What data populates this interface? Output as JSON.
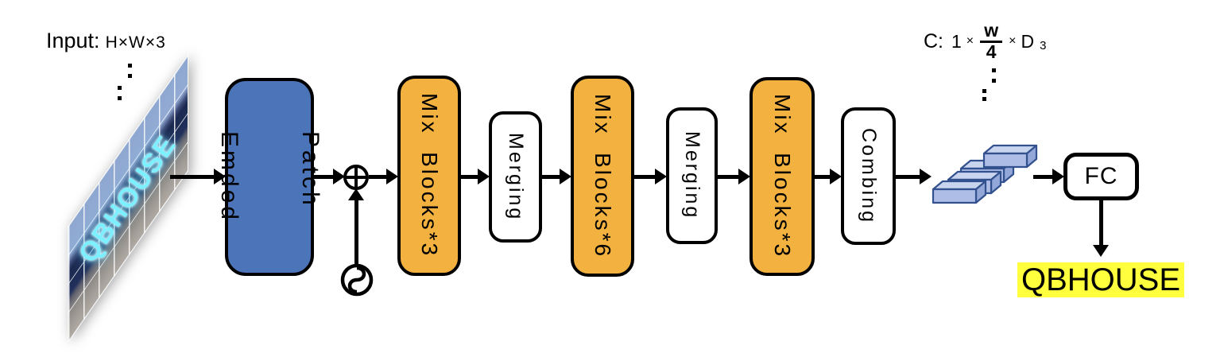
{
  "input": {
    "label": "Input:",
    "dims": "H×W×3",
    "image_text": "QBHOUSE"
  },
  "blocks": {
    "patch_embed": {
      "line1": "Patch",
      "line2": "Emded",
      "fill": "#4c74b8"
    },
    "mix1": {
      "label": "Mix  Blocks*3",
      "fill": "#f3b23f"
    },
    "merge1": {
      "label": "Merging",
      "fill": "#ffffff"
    },
    "mix2": {
      "label": "Mix  Blocks*6",
      "fill": "#f3b23f"
    },
    "merge2": {
      "label": "Merging",
      "fill": "#ffffff"
    },
    "mix3": {
      "label": "Mix  Blocks*3",
      "fill": "#f3b23f"
    },
    "combing": {
      "label": "Combing",
      "fill": "#ffffff"
    },
    "fc": {
      "label": "FC",
      "fill": "#ffffff"
    }
  },
  "feature_dims": {
    "c": "C:",
    "coef": "1",
    "times1": "×",
    "numerator": "w",
    "denominator": "4",
    "times2": "×",
    "dim": "D",
    "dim_sub": "3"
  },
  "output": {
    "text": "QBHOUSE",
    "highlight_color": "#ffff3d"
  },
  "colors": {
    "patch_embed_blue": "#4c74b8",
    "mix_block_orange": "#f3b23f",
    "feature_bar_fill": "#aebde6",
    "feature_bar_top": "#c9d4ef",
    "feature_bar_side": "#93a7d9",
    "feature_bar_stroke": "#33518e",
    "arrow_black": "#000000",
    "photo_text_cyan": "#7df0ff"
  }
}
